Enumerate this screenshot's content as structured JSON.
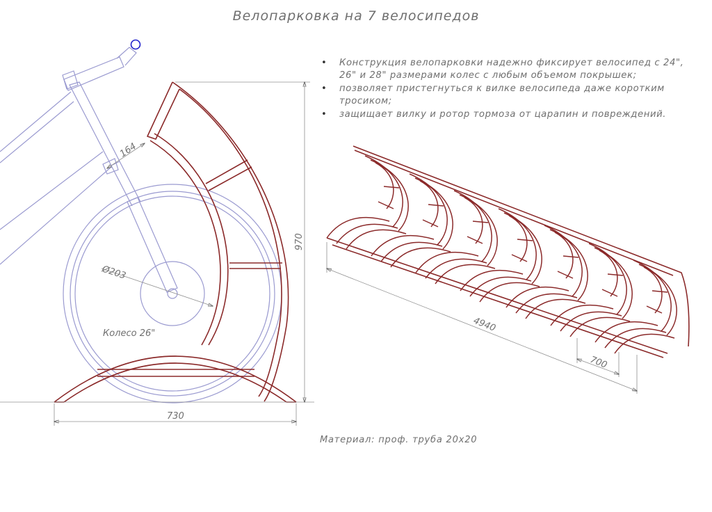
{
  "title": "Велопарковка на 7 велосипедов",
  "notes": [
    "Конструкция велопарковки надежно фиксирует велосипед с 24\", 26\" и 28\" размерами колес с любым объемом покрышек;",
    "позволяет пристегнуться к вилке велосипеда даже коротким тросиком;",
    "защищает вилку и ротор тормоза от царапин и повреждений."
  ],
  "bullet_glyph": "•",
  "material": "Материал: проф. труба 20х20",
  "dimensions": {
    "width": "730",
    "height": "970",
    "arc_gap": "164",
    "rotor": "Ø203",
    "wheel": "Колесо 26\"",
    "total_length": "4940",
    "spacing": "700"
  },
  "colors": {
    "frame": "#8b2a2a",
    "bike": "#9a9ad0",
    "dimension": "#808080",
    "valve": "#2222cc"
  }
}
